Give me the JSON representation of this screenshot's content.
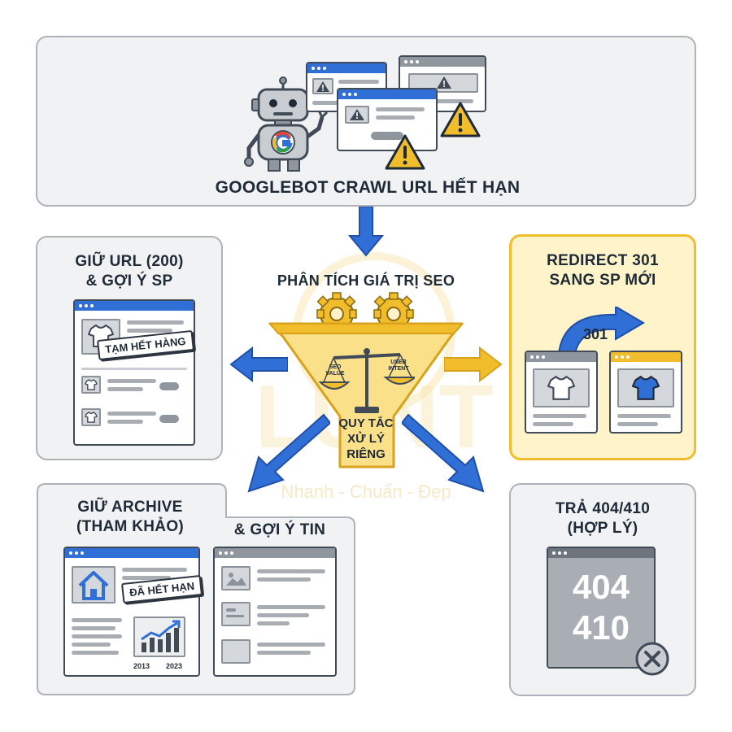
{
  "top": {
    "title": "GOOGLEBOT CRAWL URL HẾT HẠN"
  },
  "center": {
    "title": "PHÂN TÍCH GIÁ TRỊ SEO",
    "seo_value": "SEO VALUE",
    "user_intent": "USER INTENT",
    "rule_line1": "QUY TẮC",
    "rule_line2": "XỬ LÝ",
    "rule_line3": "RIÊNG"
  },
  "keep_url": {
    "title_line1": "GIỮ URL (200)",
    "title_line2": "& GỢI Ý SP",
    "badge": "TẠM HẾT HÀNG"
  },
  "redirect": {
    "title_line1": "REDIRECT 301",
    "title_line2": "SANG SP MỚI",
    "code": "301"
  },
  "archive": {
    "title_line1": "GIỮ ARCHIVE",
    "title_line2": "(THAM KHẢO)",
    "title_right": "& GỢI Ý TIN",
    "badge": "ĐÃ HẾT HẠN",
    "year_start": "2013",
    "year_end": "2023"
  },
  "notfound": {
    "title_line1": "TRẢ 404/410",
    "title_line2": "(HỢP LÝ)",
    "code1": "404",
    "code2": "410"
  },
  "watermark": {
    "tagline": "Nhanh - Chuẩn - Đẹp"
  },
  "colors": {
    "blue": "#2f6fd6",
    "yellow": "#f2bd2c",
    "dark": "#1f2a37",
    "grey": "#f1f2f4"
  }
}
